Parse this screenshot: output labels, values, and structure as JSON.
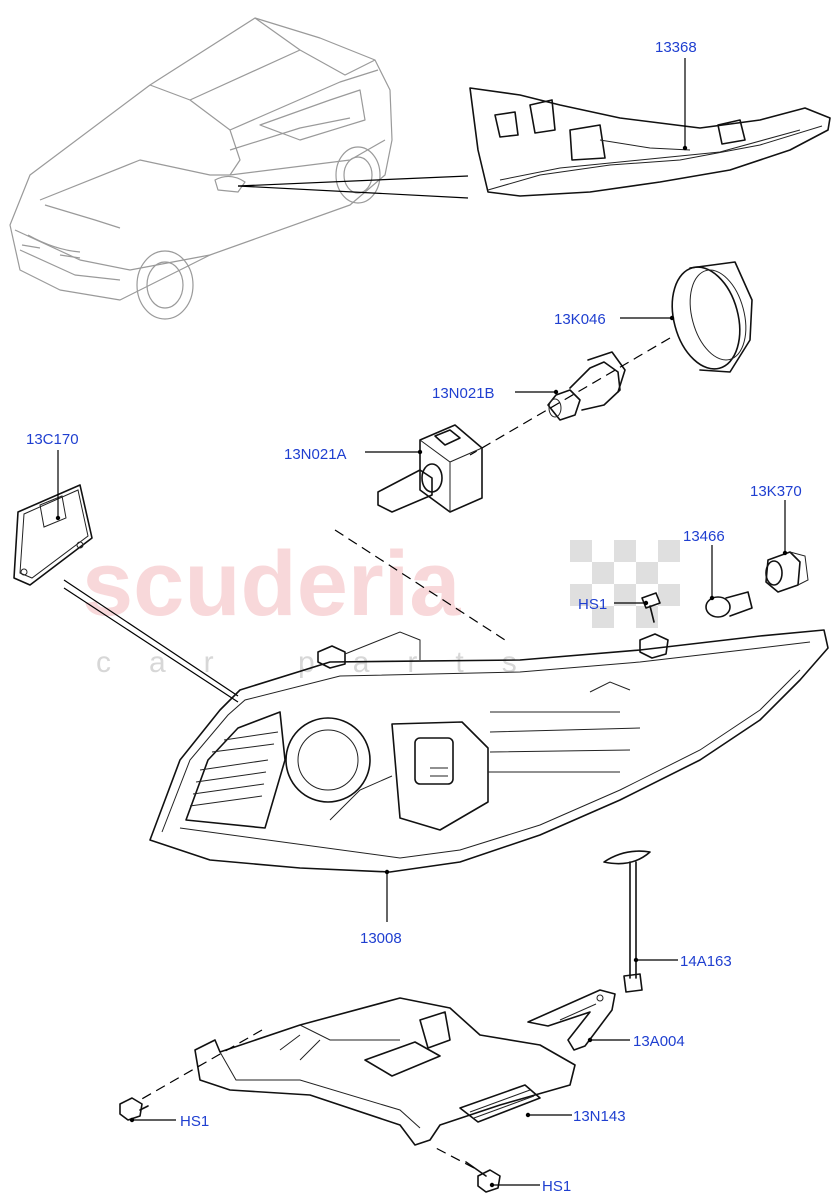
{
  "watermark": {
    "brand": "scuderia",
    "tagline": "car parts"
  },
  "callouts": {
    "c13368": "13368",
    "c13K046": "13K046",
    "c13N021B": "13N021B",
    "c13C170": "13C170",
    "c13N021A": "13N021A",
    "c13K370": "13K370",
    "c13466": "13466",
    "cHS1_top": "HS1",
    "c13008": "13008",
    "c14A163": "14A163",
    "c13A004": "13A004",
    "cHS1_left": "HS1",
    "c13N143": "13N143",
    "cHS1_bottom": "HS1"
  },
  "colors": {
    "label": "#1f3fd0",
    "watermark": "#f3b9bd",
    "line": "#111111"
  }
}
